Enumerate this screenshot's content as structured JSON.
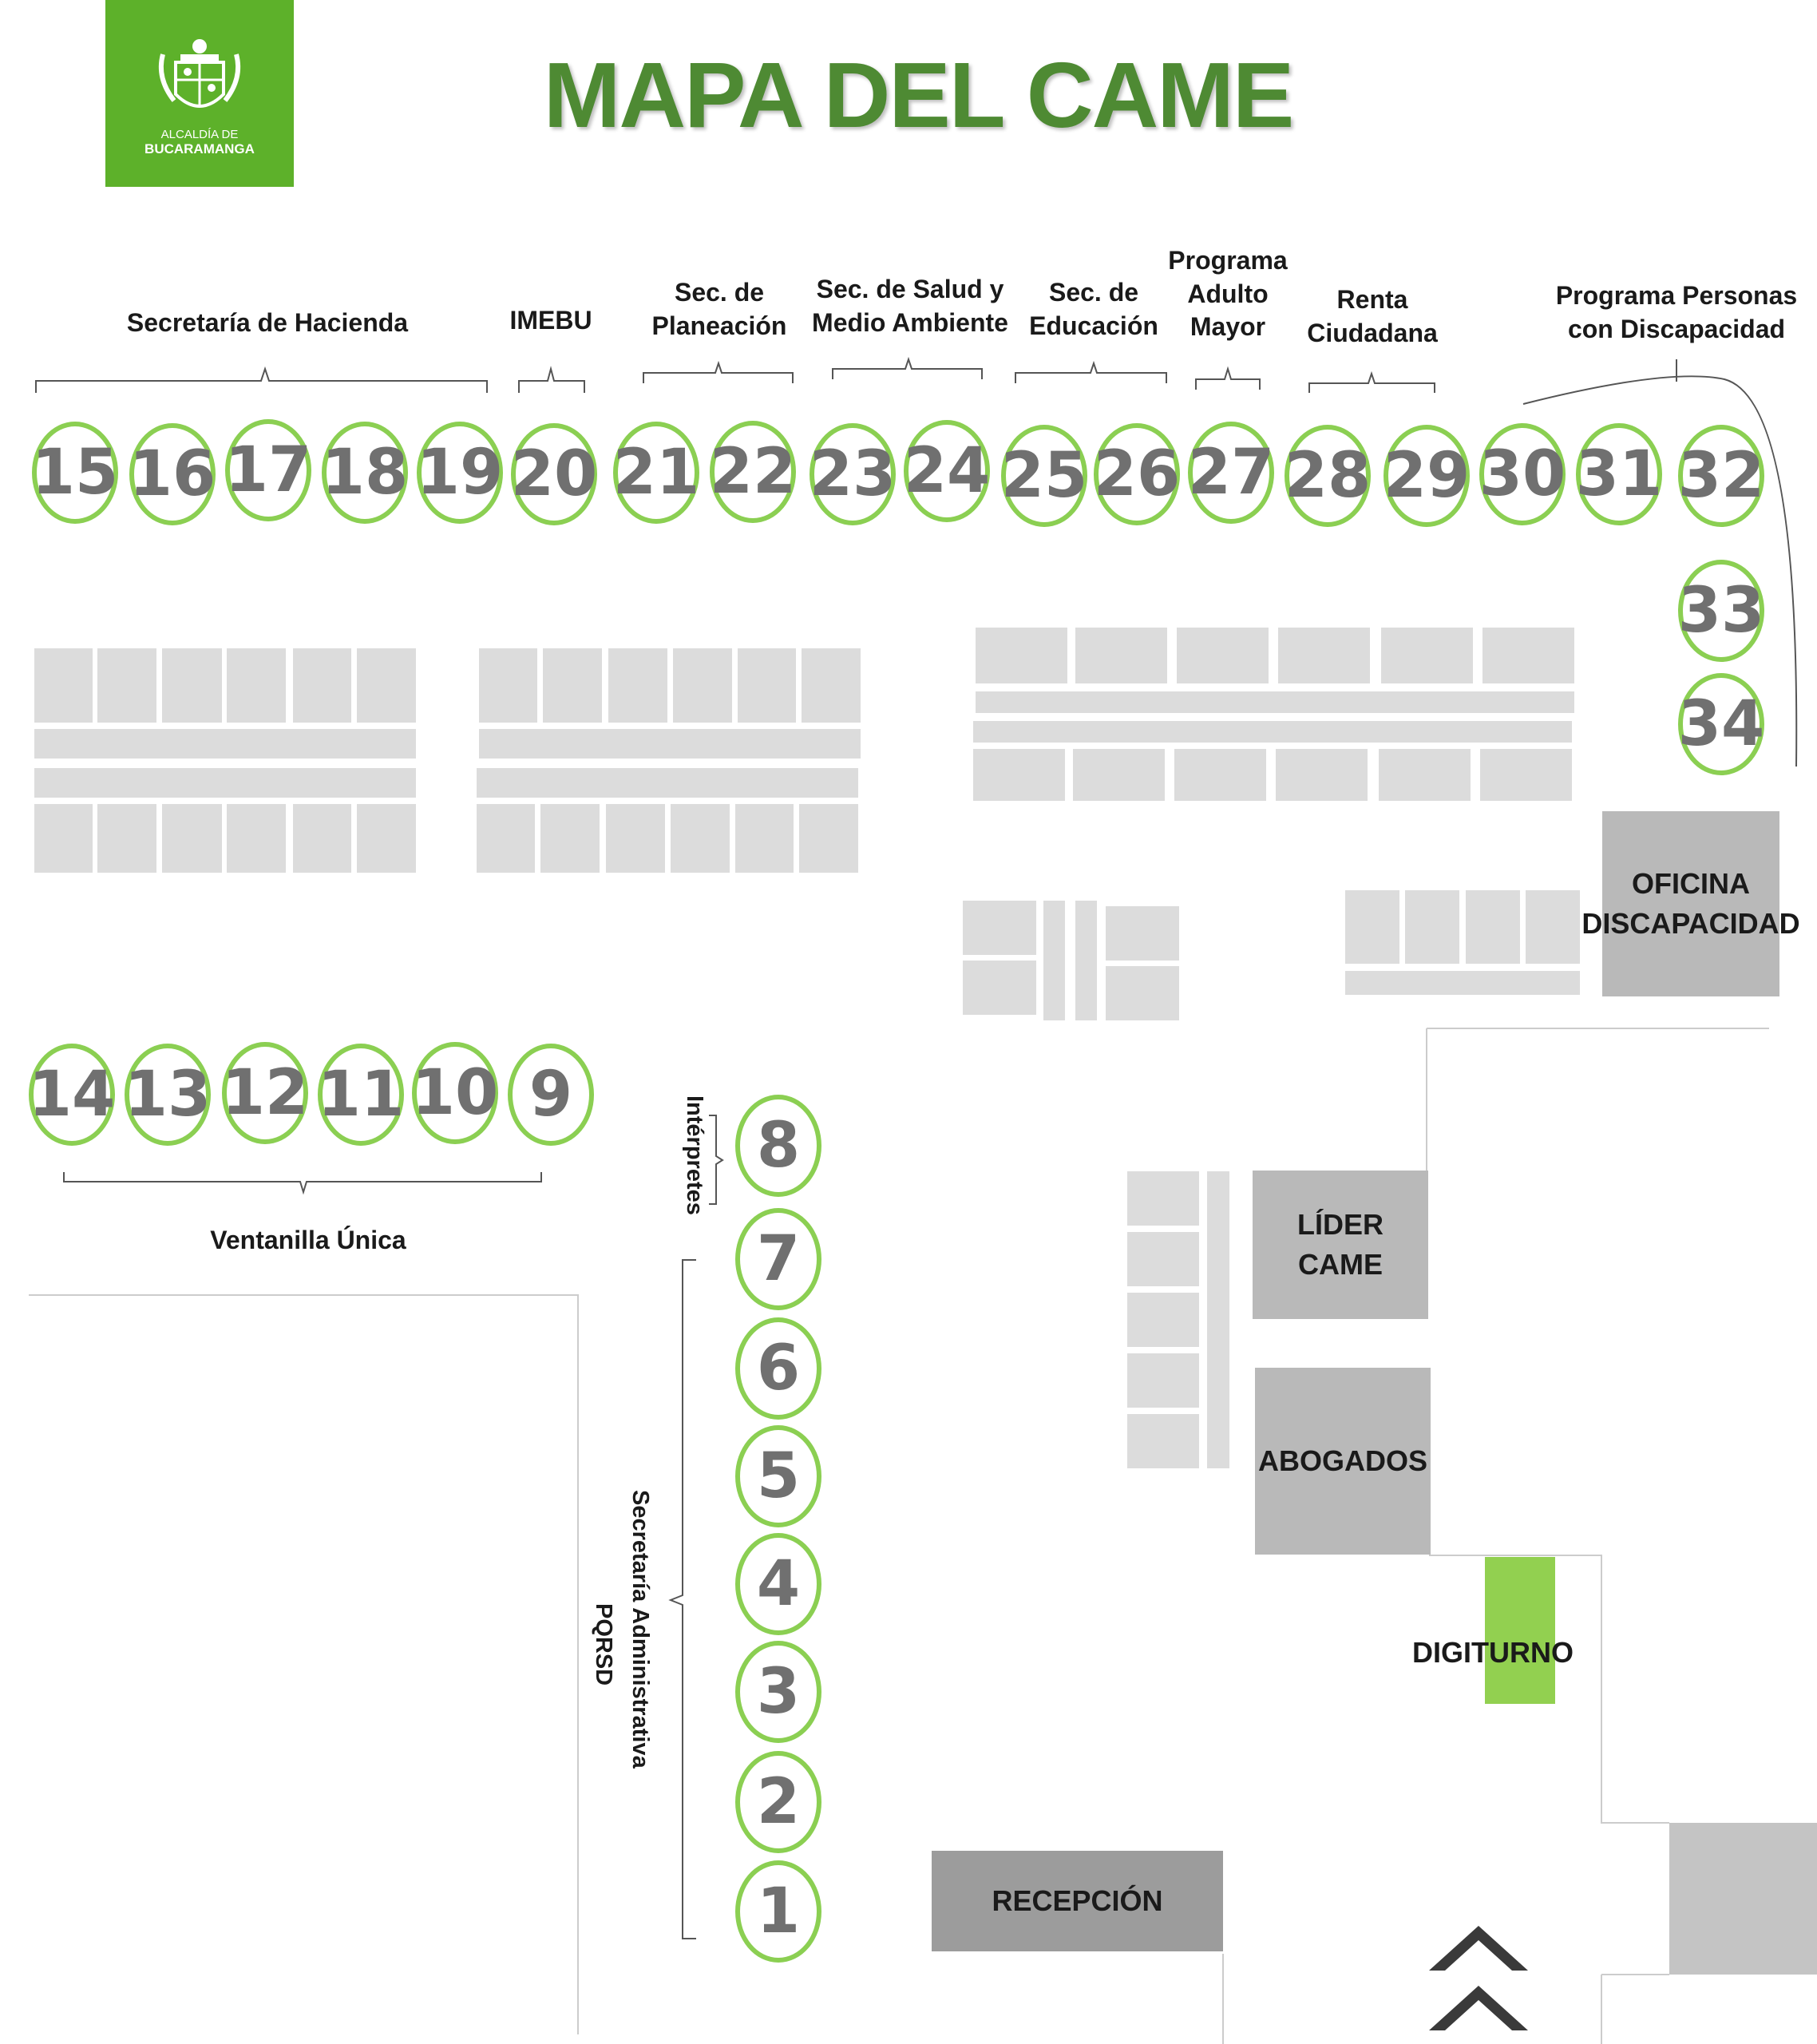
{
  "header": {
    "title": "MAPA DEL CAME",
    "logo": {
      "line1": "ALCALDÍA DE",
      "line2": "BUCARAMANGA"
    }
  },
  "colors": {
    "green_brand": "#5db12a",
    "circle_border": "#8bcf52",
    "title_green": "#4e8a33",
    "furniture": "#dcdcdc",
    "room": "#b9b9b9"
  },
  "group_labels": {
    "hacienda": "Secretaría de Hacienda",
    "imebu": "IMEBU",
    "planeacion": "Sec. de\nPlaneación",
    "salud": "Sec. de Salud y\nMedio Ambiente",
    "educacion": "Sec. de\nEducación",
    "adulto_mayor": "Programa\nAdulto\nMayor",
    "renta": "Renta\nCiudadana",
    "discapacidad": "Programa Personas\ncon Discapacidad",
    "ventanilla": "Ventanilla Única",
    "interpretes": "Intérpretes",
    "administrativa": "Secretaría Administrativa",
    "pqrsd": "PQRSD"
  },
  "windows": [
    "15",
    "16",
    "17",
    "18",
    "19",
    "20",
    "21",
    "22",
    "23",
    "24",
    "25",
    "26",
    "27",
    "28",
    "29",
    "30",
    "31",
    "32",
    "33",
    "34",
    "14",
    "13",
    "12",
    "11",
    "10",
    "9",
    "8",
    "7",
    "6",
    "5",
    "4",
    "3",
    "2",
    "1"
  ],
  "rooms": {
    "oficina": "OFICINA\nDISCAPACIDAD",
    "lider": "LÍDER\nCAME",
    "abogados": "ABOGADOS",
    "digiturno": "DIGITURNO",
    "recepcion": "RECEPCIÓN"
  },
  "icons": {
    "entrance": "double-chevron-up-icon",
    "logo": "coat-of-arms-icon"
  }
}
